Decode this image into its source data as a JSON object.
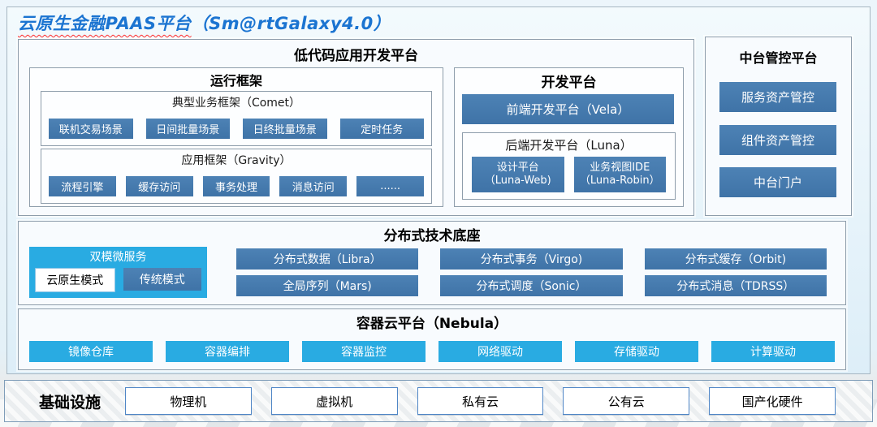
{
  "title": {
    "main": "云原生金融PAAS平台",
    "suffix": "（Sm@rtGalaxy4.0）"
  },
  "lowcode": {
    "title": "低代码应用开发平台",
    "runtime": {
      "title": "运行框架",
      "comet": {
        "title": "典型业务框架（Comet）",
        "buttons": [
          "联机交易场景",
          "日间批量场景",
          "日终批量场景",
          "定时任务"
        ]
      },
      "gravity": {
        "title": "应用框架（Gravity）",
        "buttons": [
          "流程引擎",
          "缓存访问",
          "事务处理",
          "消息访问",
          "......"
        ]
      }
    },
    "dev": {
      "title": "开发平台",
      "vela": "前端开发平台（Vela）",
      "luna": {
        "title": "后端开发平台（Luna）",
        "buttons": [
          {
            "line1": "设计平台",
            "line2": "（Luna-Web)"
          },
          {
            "line1": "业务视图IDE",
            "line2": "（Luna-Robin）"
          }
        ]
      }
    }
  },
  "midplatform": {
    "title": "中台管控平台",
    "buttons": [
      "服务资产管控",
      "组件资产管控",
      "中台门户"
    ]
  },
  "distributed": {
    "title": "分布式技术底座",
    "dualmode": {
      "title": "双模微服务",
      "cloud_native": "云原生模式",
      "traditional": "传统模式"
    },
    "buttons": [
      "分布式数据（Libra）",
      "分布式事务（Virgo)",
      "分布式缓存（Orbit)",
      "全局序列（Mars)",
      "分布式调度（Sonic）",
      "分布式消息（TDRSS）"
    ]
  },
  "nebula": {
    "title": "容器云平台（Nebula）",
    "buttons": [
      "镜像仓库",
      "容器编排",
      "容器监控",
      "网络驱动",
      "存储驱动",
      "计算驱动"
    ]
  },
  "infrastructure": {
    "title": "基础设施",
    "items": [
      "物理机",
      "虚拟机",
      "私有云",
      "公有云",
      "国产化硬件"
    ]
  },
  "colors": {
    "title_blue": "#1b74d1",
    "wavy_underline_red": "#ff2d2d",
    "steel_blue_node": "#447ab0",
    "cyan_node": "#29abe2",
    "panel_border_gray": "#8e9dab",
    "infra_box_border_blue": "#4f86c6",
    "background_light_blue": "#e4f1f8"
  }
}
